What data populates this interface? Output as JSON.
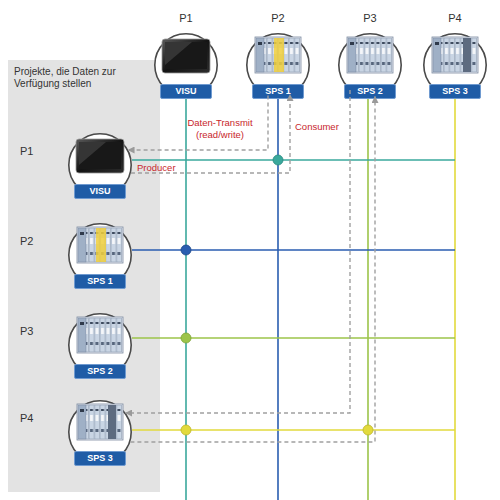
{
  "diagram": {
    "nodes": [
      {
        "text": [
          "P1",
          "VISU"
        ]
      },
      {
        "text": [
          "P2",
          "SPS 1"
        ]
      },
      {
        "text": [
          "P3",
          "SPS 2"
        ]
      },
      {
        "text": [
          "P4",
          "SPS 3"
        ]
      },
      {
        "text": [
          "Projekte, die Daten zur Verfügung stellen"
        ]
      },
      {
        "text": [
          "P1",
          "VISU"
        ],
        "in": 4
      },
      {
        "text": [
          "P2",
          "SPS 1"
        ],
        "in": 4
      },
      {
        "text": [
          "P3",
          "SPS 2"
        ],
        "in": 4
      },
      {
        "text": [
          "P4",
          "SPS 3"
        ],
        "in": 4
      }
    ],
    "edges": [
      {
        "from": 1,
        "to": 5,
        "arrow": "to",
        "label": "Daten-Transmit (read/write)"
      },
      {
        "from": 5,
        "to": 1,
        "arrow": "to",
        "label": "Producer"
      },
      {
        "from": 2,
        "to": 8,
        "arrow": "to"
      },
      {
        "from": 8,
        "to": 2,
        "arrow": "to"
      }
    ],
    "labels": [
      "Consumer"
    ]
  }
}
